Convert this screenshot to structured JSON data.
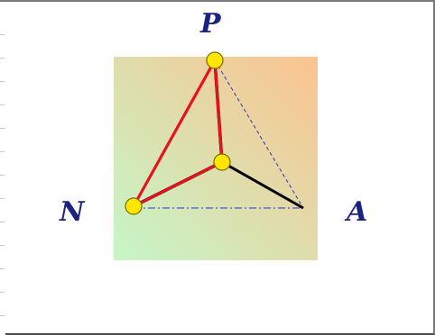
{
  "labels": {
    "top": "P",
    "left": "N",
    "right": "A"
  },
  "colors": {
    "label": "#1a2480",
    "edge_highlight": "#e8121c",
    "edge_black": "#000000",
    "dashed": "#2b34c4",
    "node_fill": "#ffe600",
    "node_stroke": "#7a6a00",
    "gradient_top_right": "#fbc38f",
    "gradient_bottom_left": "#c6f6c8"
  }
}
